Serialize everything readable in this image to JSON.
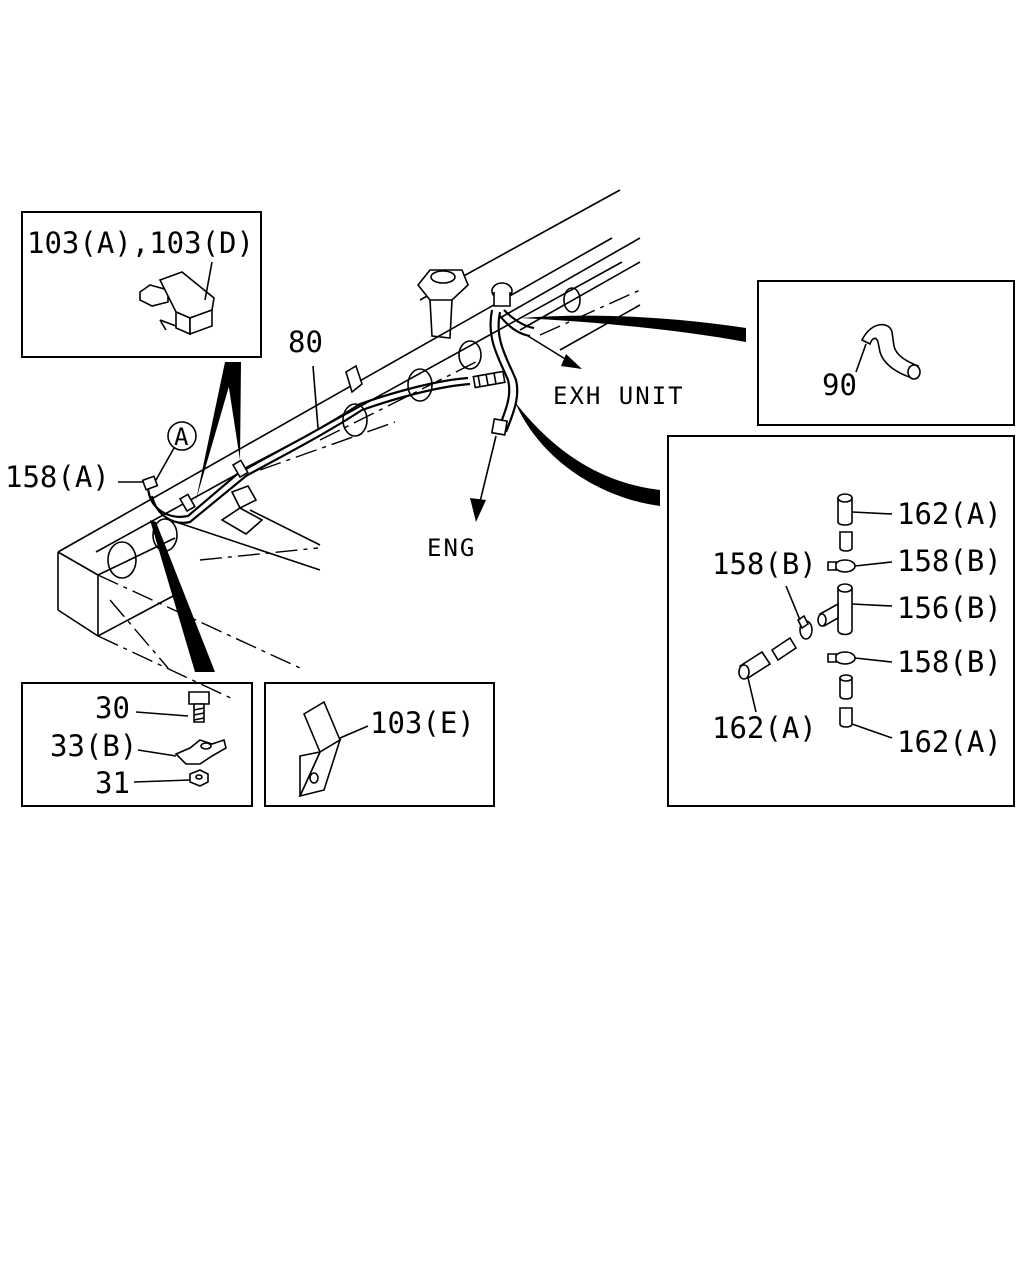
{
  "labels": {
    "l_103AD": "103(A),103(D)",
    "l_80": "80",
    "l_A": "A",
    "l_158A": "158(A)",
    "l_exh": "EXH UNIT",
    "l_eng": "ENG",
    "l_90": "90",
    "l_162A_1": "162(A)",
    "l_158B_l": "158(B)",
    "l_158B_r1": "158(B)",
    "l_156B": "156(B)",
    "l_158B_r2": "158(B)",
    "l_162A_l": "162(A)",
    "l_162A_2": "162(A)",
    "l_30": "30",
    "l_33B": "33(B)",
    "l_31": "31",
    "l_103E": "103(E)"
  }
}
